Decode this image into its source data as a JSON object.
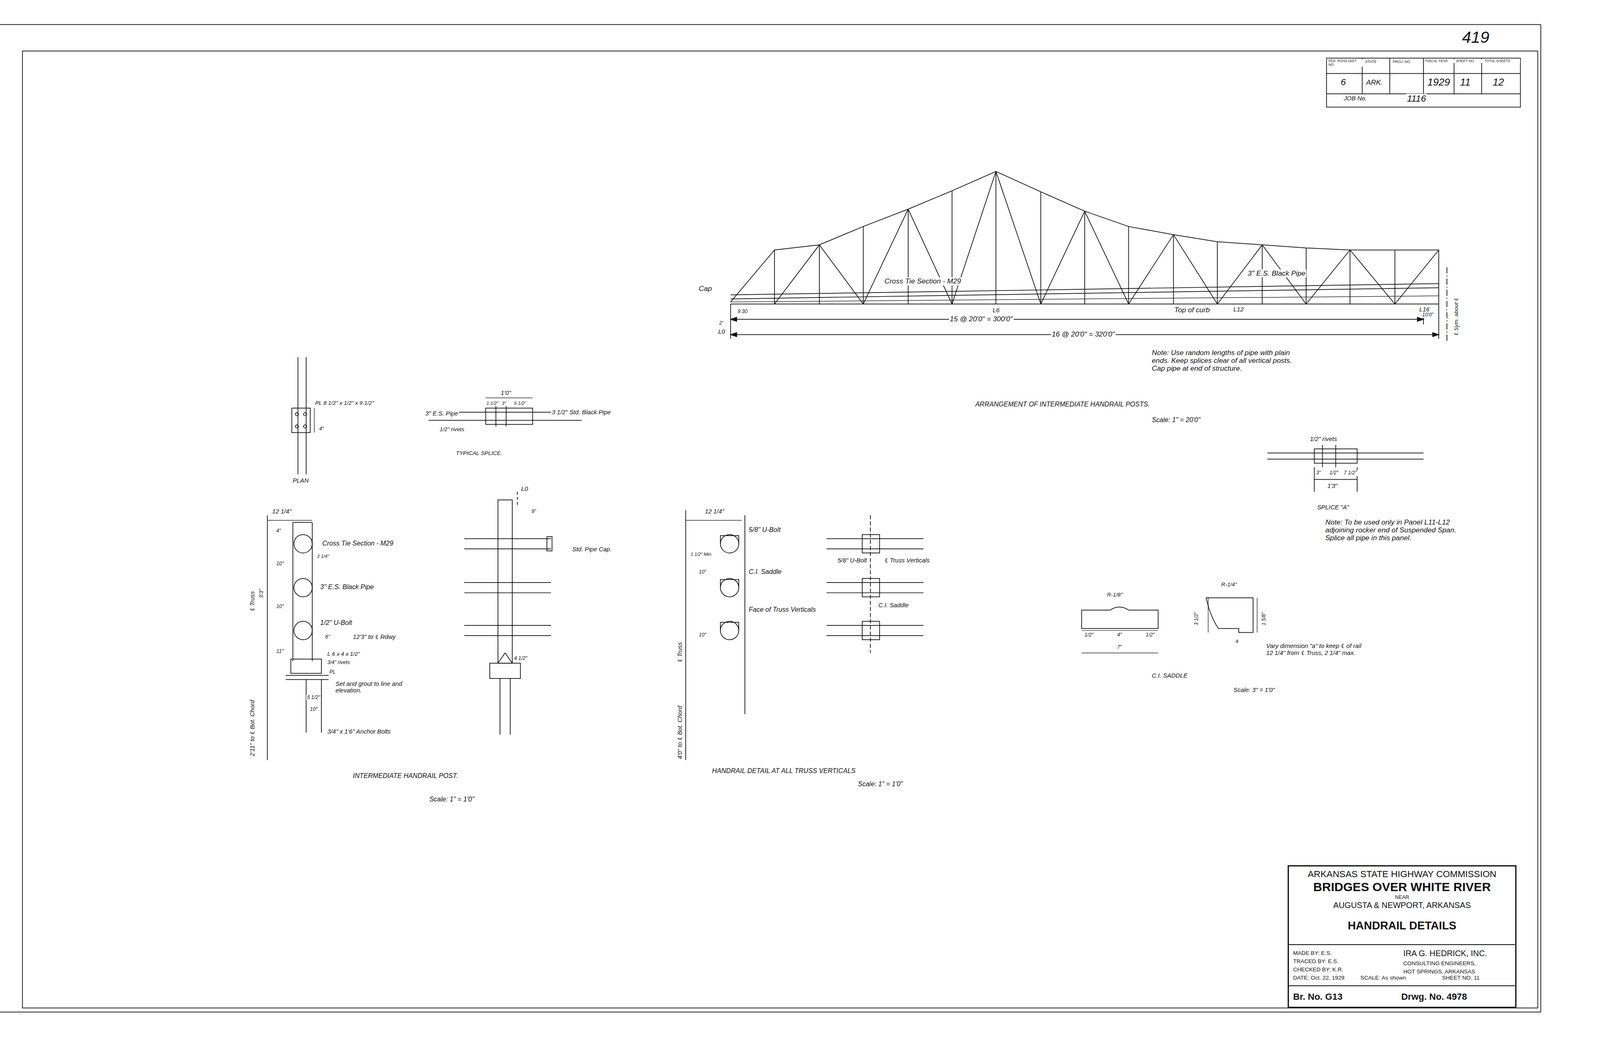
{
  "diagram": {
    "nodes": [
      {
        "text": [
          "ARKANSAS STATE HIGHWAY COMMISSION",
          "BRIDGES OVER WHITE RIVER",
          "NEAR",
          "AUGUSTA & NEWPORT, ARKANSAS",
          "HANDRAIL DETAILS",
          "MADE BY: E.S.",
          "TRACED BY: E.S.",
          "CHECKED BY: K.R.",
          "DATE: Oct. 22, 1929",
          "IRA G. HEDRICK, INC.",
          "CONSULTING ENGINEERS,",
          "HOT SPRINGS, ARKANSAS",
          "SCALE: As shown",
          "SHEET NO. 11",
          "Br. No. G13",
          "Drwg. No. 4978"
        ]
      }
    ],
    "labels": [
      "419",
      "FED. ROAD DIST. NO.",
      "STATE",
      "PROJ. NO.",
      "FISCAL YEAR",
      "SHEET NO.",
      "TOTAL SHEETS",
      "6",
      "ARK.",
      "1929",
      "11",
      "12",
      "JOB No.",
      "1116",
      "Cap",
      "9.30",
      "2'",
      "L0",
      "Cross Tie Section - M29",
      "L6",
      "3\" E.S. Black Pipe",
      "Top of curb",
      "L12",
      "L16",
      "10'0\"",
      "℄ Sym. about ℄",
      "15 @ 20'0\" = 300'0\"",
      "16 @ 20'0\" = 320'0\"",
      "Note: Use random lengths of pipe with plain ends. Keep splices clear of all vertical posts. Cap pipe at end of structure.",
      "ARRANGEMENT OF INTERMEDIATE HANDRAIL POSTS.",
      "Scale: 1\" = 20'0\"",
      "1/2\" rivets",
      "3\"",
      "1/2\"",
      "7 1/2\"",
      "1'3\"",
      "SPLICE \"A\"",
      "Note: To be used only in Panel L11-L12 adjoining rocker end of Suspended Span. Splice all pipe in this panel.",
      "R-1/8\"",
      "1/2\"",
      "4\"",
      "1/2\"",
      "7\"",
      "3 1/2\"",
      "R-1/4\"",
      "1 5/8\"",
      "a",
      "Vary dimension \"a\" to keep ℄ of rail 12 1/4\" from ℄ Truss, 2 1/4\" max.",
      "C.I. SADDLE",
      "Scale: 3\" = 1'0\"",
      "PL 8 1/2\" x 1/2\" x 9 1/2\"",
      "4\"",
      "PLAN",
      "3\" E.S. Pipe",
      "1'0\"",
      "1 1/2\"",
      "3\"",
      "5 1/2\"",
      "3 1/2\" Std. Black Pipe",
      "1/2\" rivets",
      "TYPICAL SPLICE.",
      "12 1/4\"",
      "4\"",
      "Cross Tie Section - M29",
      "2 1/4\"",
      "10\"",
      "3\" E.S. Black Pipe",
      "10\"",
      "1/2\" U-Bolt",
      "6\"",
      "12'3\" to ℄ Rdwy",
      "11\"",
      "L 6 x 4 x 1/2\"",
      "3/4\" rivets",
      "PL",
      "Set and grout to line and elevation.",
      "5 1/2\"",
      "10\"",
      "3/4\" x 1'6\" Anchor Bolts",
      "℄ Truss",
      "3'3\"",
      "2'11\" to ℄ Bot. Chord",
      "INTERMEDIATE HANDRAIL POST.",
      "Scale: 1\" = 1'0\"",
      "L0",
      "9\"",
      "Std. Pipe Cap.",
      "4 1/2\"",
      "12 1/4\"",
      "5/8\" U-Bolt",
      "1 1/2\" Min.",
      "10\"",
      "C.I. Saddle",
      "Face of Truss Verticals",
      "10\"",
      "℄ Truss",
      "4'0\" to ℄ Bot. Chord",
      "5/8\" U-Bolt",
      "℄ Truss Verticals",
      "C.I. Saddle",
      "HANDRAIL DETAIL AT ALL TRUSS VERTICALS",
      "Scale: 1\" = 1'0\""
    ]
  }
}
